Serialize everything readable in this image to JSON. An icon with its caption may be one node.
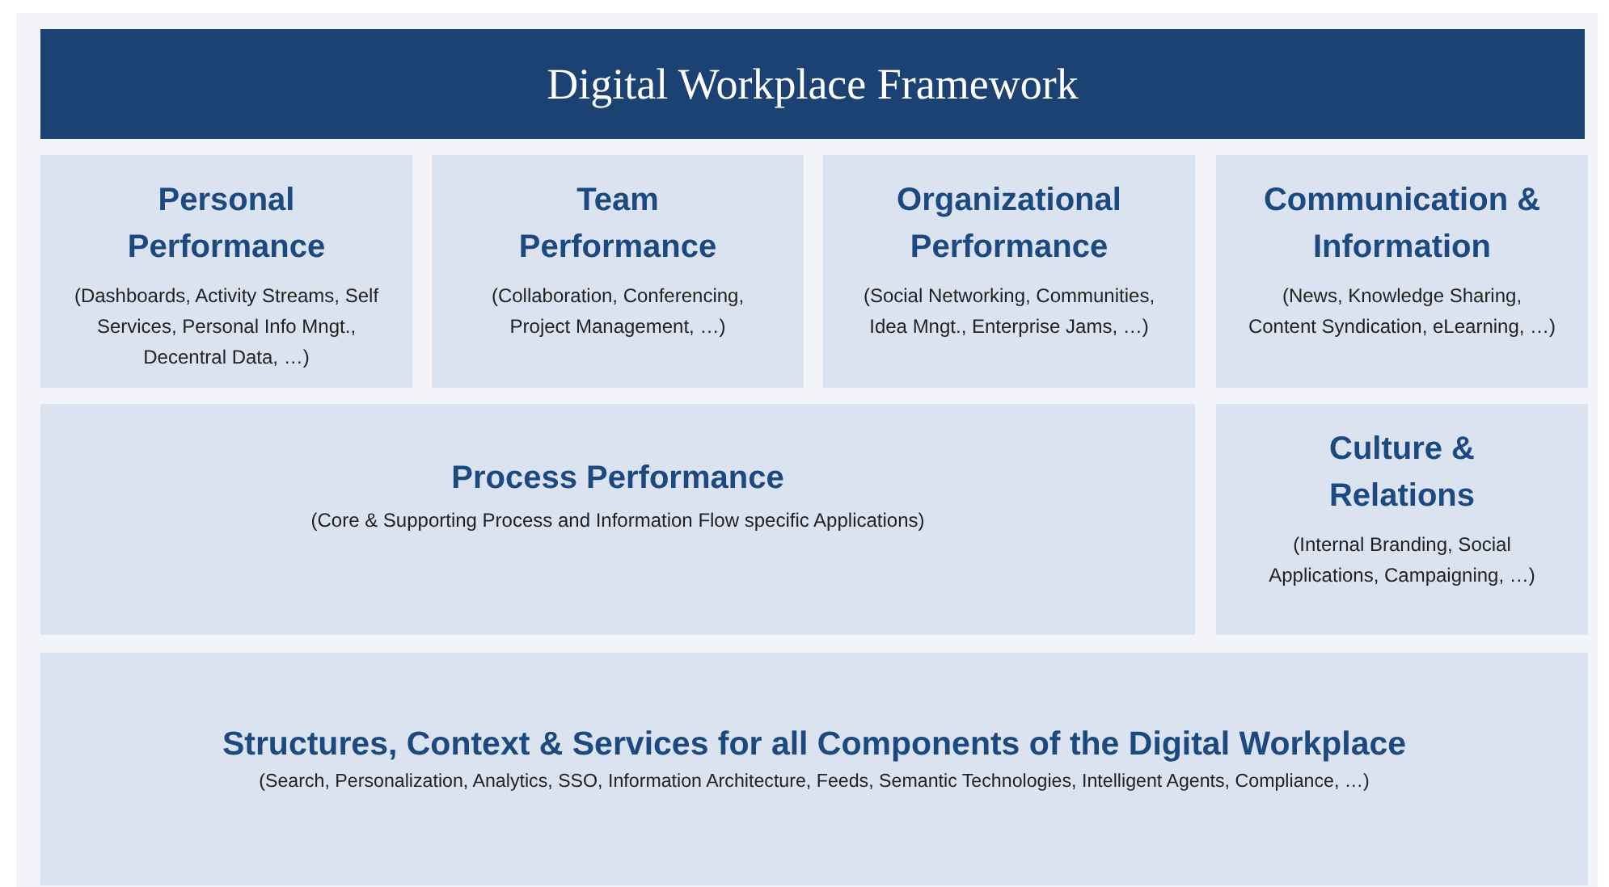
{
  "diagram": {
    "nodes": [
      {
        "text": [
          "Digital Workplace Framework"
        ]
      },
      {
        "text": [
          "Personal Performance",
          "(Dashboards, Activity Streams, Self Services, Personal Info Mngt., Decentral Data, …)"
        ]
      },
      {
        "text": [
          "Team Performance",
          "(Collaboration, Conferencing, Project Management, …)"
        ]
      },
      {
        "text": [
          "Organizational Performance",
          "(Social Networking, Communities, Idea Mngt., Enterprise Jams, …)"
        ]
      },
      {
        "text": [
          "Communication & Information",
          "(News, Knowledge Sharing, Content Syndication, eLearning, …)"
        ]
      },
      {
        "text": [
          "Process Performance",
          "(Core & Supporting  Process and Information Flow specific Applications)"
        ]
      },
      {
        "text": [
          "Culture & Relations",
          "(Internal Branding, Social Applications, Campaigning, …)"
        ]
      },
      {
        "text": [
          "Structures, Context & Services for all Components of the Digital Workplace",
          "(Search, Personalization, Analytics, SSO, Information Architecture, Feeds, Semantic Technologies, Intelligent Agents, Compliance, …)"
        ]
      }
    ]
  }
}
